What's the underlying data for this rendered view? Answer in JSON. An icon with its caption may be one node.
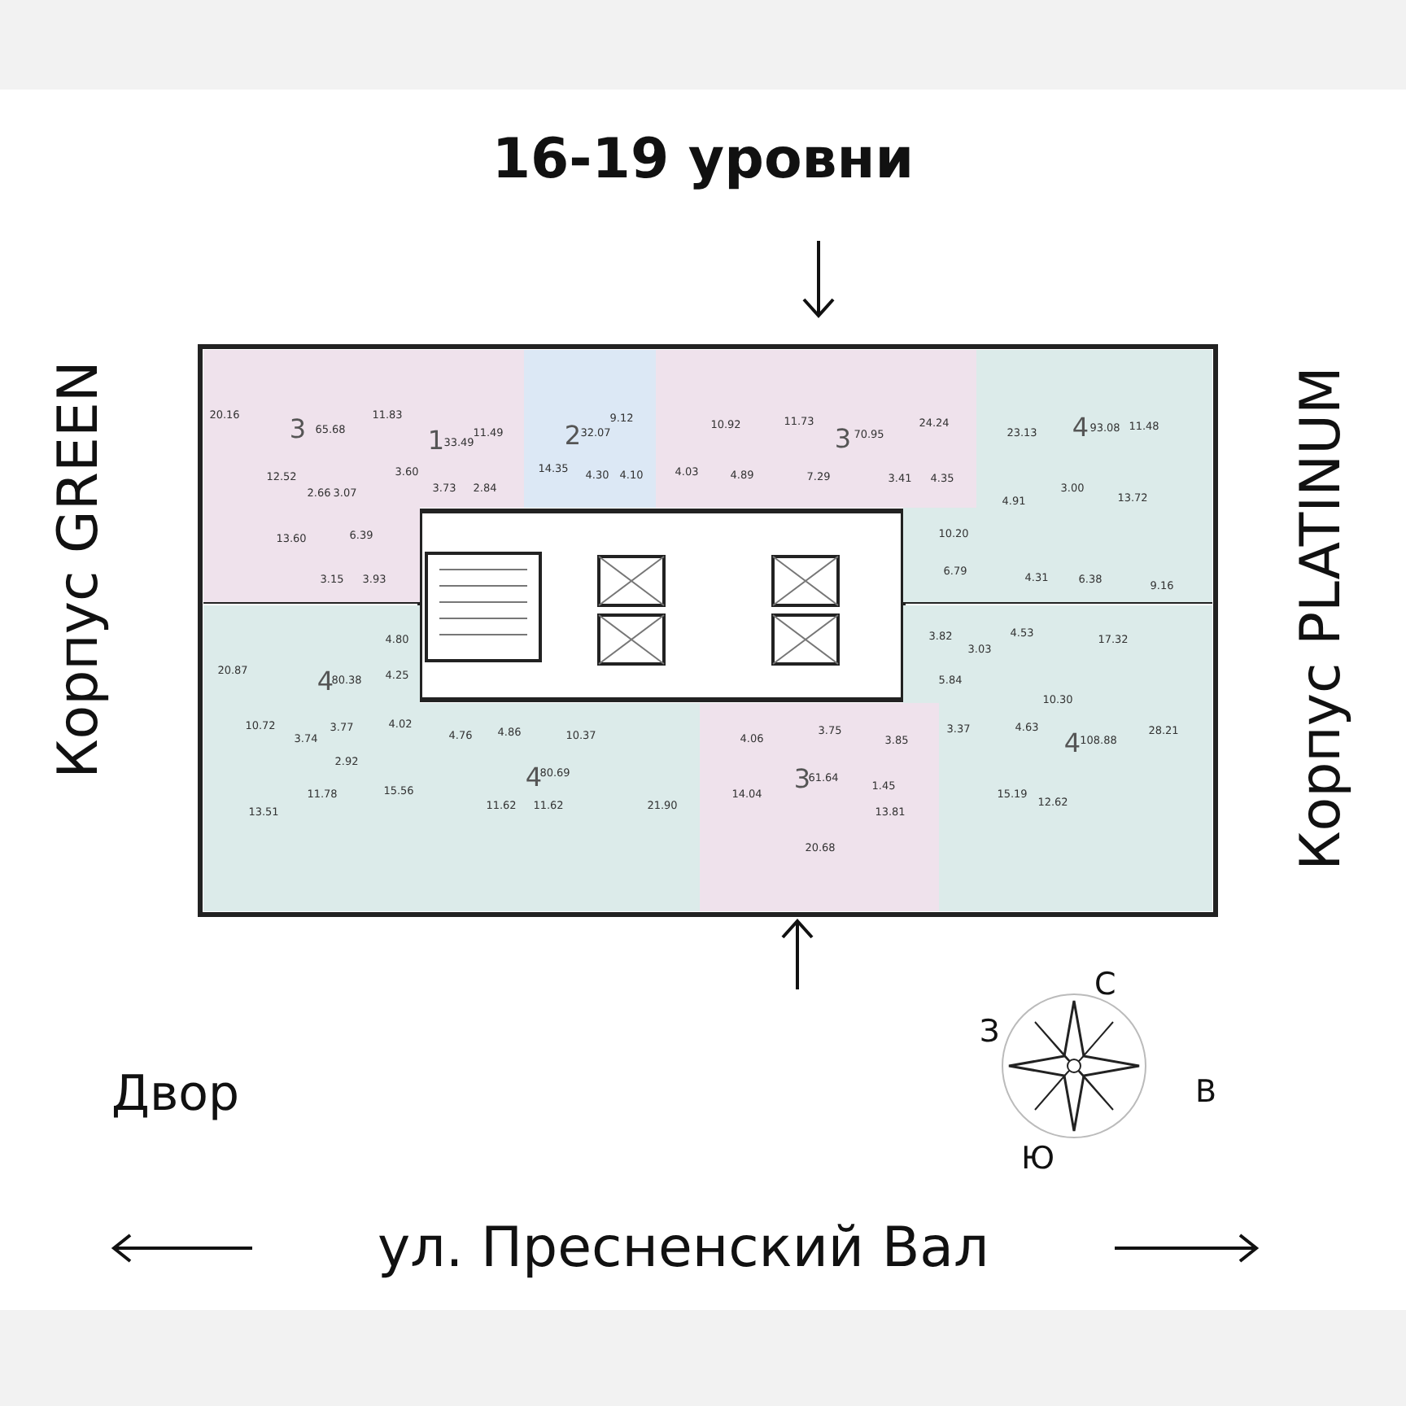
{
  "diagram": {
    "title": "16-19 уровни",
    "nodes": [
      {
        "text": [
          "3",
          "65.68",
          "20.16",
          "12.52",
          "2.66",
          "3.07",
          "13.60",
          "6.39",
          "3.15",
          "3.93"
        ]
      },
      {
        "text": [
          "1",
          "33.49",
          "11.83",
          "11.49",
          "3.60",
          "3.73",
          "2.84"
        ]
      },
      {
        "text": [
          "2",
          "32.07",
          "9.12",
          "14.35",
          "4.30",
          "4.10"
        ]
      },
      {
        "text": [
          "3",
          "70.95",
          "10.92",
          "11.73",
          "24.24",
          "4.03",
          "4.89",
          "7.29",
          "3.41",
          "4.35"
        ]
      },
      {
        "text": [
          "4",
          "93.08",
          "23.13",
          "11.48",
          "3.00",
          "4.91",
          "13.72",
          "10.20",
          "6.79",
          "4.31",
          "6.38",
          "9.16"
        ]
      },
      {
        "text": [
          "4",
          "80.38",
          "20.87",
          "4.80",
          "4.25",
          "10.72",
          "3.74",
          "3.77",
          "4.02",
          "2.92",
          "11.78",
          "13.51"
        ]
      },
      {
        "text": [
          "4",
          "80.69",
          "4.76",
          "4.86",
          "10.37",
          "15.56",
          "11.62",
          "11.62",
          "21.90"
        ]
      },
      {
        "text": [
          "3",
          "61.64",
          "4.06",
          "3.75",
          "3.85",
          "1.45",
          "14.04",
          "20.68",
          "13.81"
        ]
      },
      {
        "text": [
          "4",
          "108.88",
          "3.82",
          "3.03",
          "4.53",
          "17.32",
          "5.84",
          "10.30",
          "3.37",
          "4.63",
          "28.21",
          "15.19",
          "12.62"
        ]
      }
    ],
    "labels": [
      "Корпус GREEN",
      "Корпус PLATINUM",
      "С",
      "З",
      "В",
      "Ю",
      "Двор",
      "ул. Пресненский Вал"
    ]
  }
}
